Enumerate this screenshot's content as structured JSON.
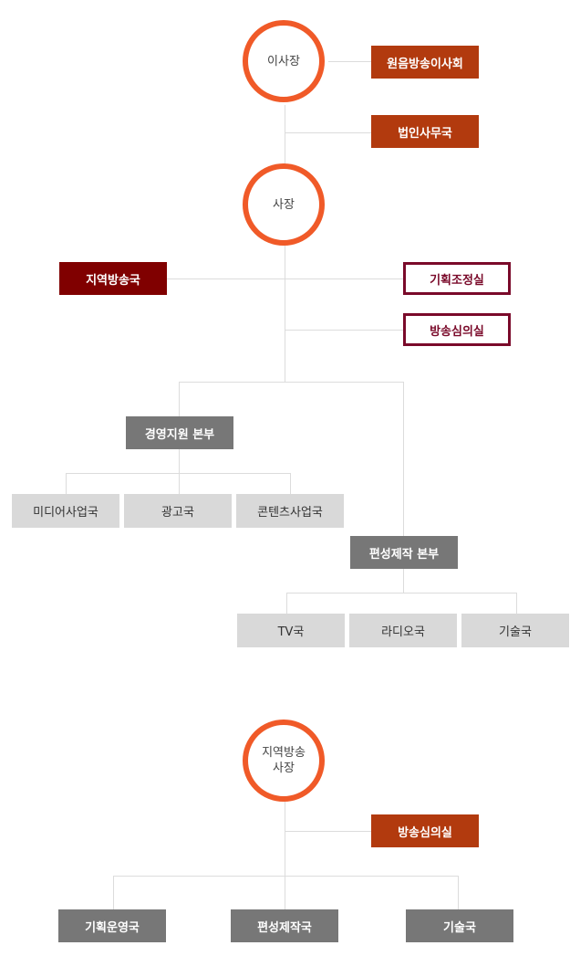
{
  "main_org": {
    "chairman": "이사장",
    "board": "원음방송이사회",
    "corp_office": "법인사무국",
    "president": "사장",
    "regional": "지역방송국",
    "planning": "기획조정실",
    "review": "방송심의실",
    "mgmt_hq": "경영지원 본부",
    "media_biz": "미디어사업국",
    "ads": "광고국",
    "content_biz": "콘텐츠사업국",
    "prod_hq": "편성제작 본부",
    "tv": "TV국",
    "radio": "라디오국",
    "tech": "기술국"
  },
  "regional_org": {
    "president_line1": "지역방송",
    "president_line2": "사장",
    "review": "방송심의실",
    "planning_ops": "기획운영국",
    "production": "편성제작국",
    "tech": "기술국"
  }
}
